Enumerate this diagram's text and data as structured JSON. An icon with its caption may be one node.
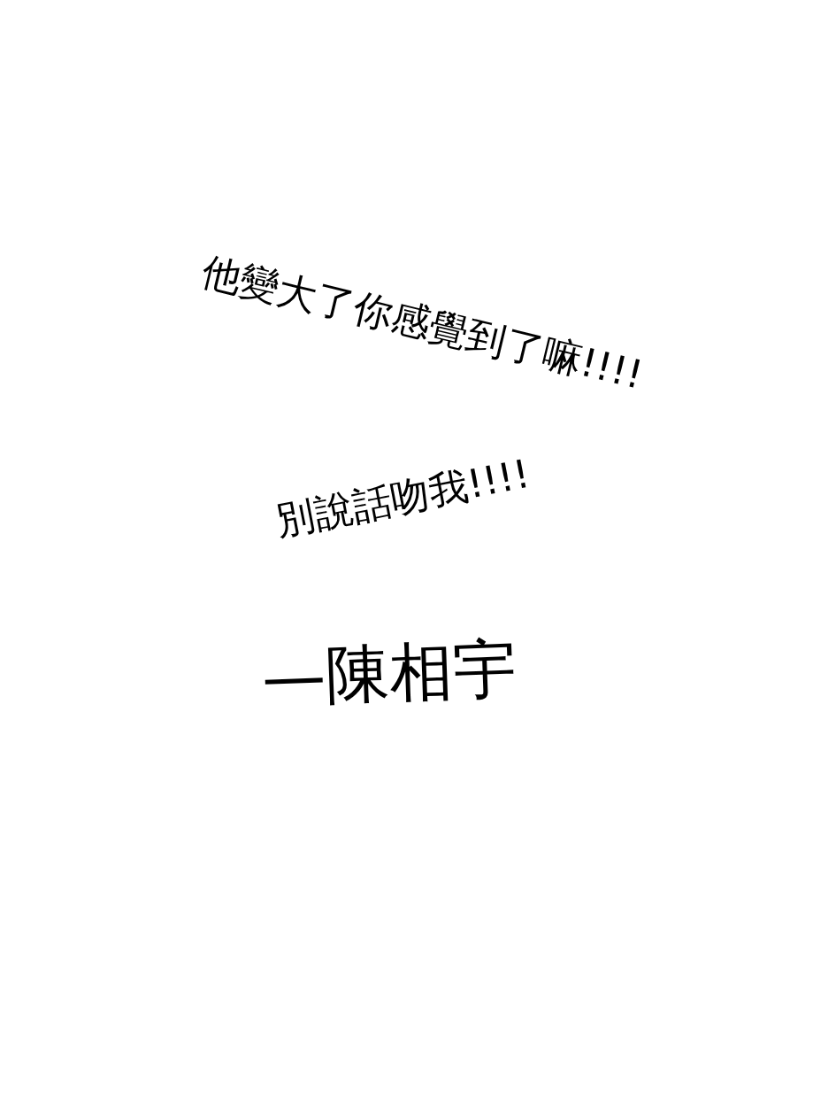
{
  "diagram": {
    "labels": [
      "他變大了你感覺到了嘛!!!!",
      "別說話吻我!!!!",
      "—陳相宇"
    ]
  }
}
